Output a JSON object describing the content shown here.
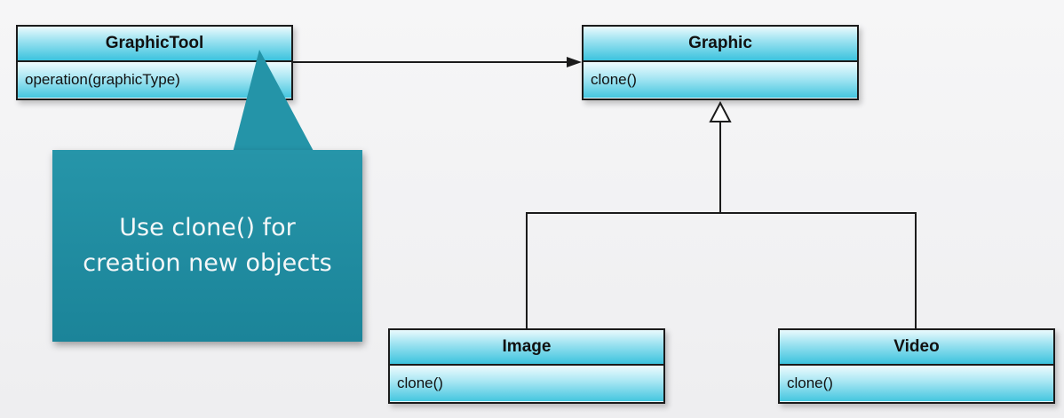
{
  "diagram": {
    "type": "uml-class-diagram",
    "colors": {
      "class_fill_top": "#eafafd",
      "class_fill_bottom": "#3cc3de",
      "border": "#1b1b1b",
      "callout": "#1e8a9e",
      "callout_text": "#f4f7f8",
      "line": "#1b1b1b",
      "background": "#f2f2f3"
    },
    "classes": {
      "graphic_tool": {
        "name": "GraphicTool",
        "operation": "operation(graphicType)"
      },
      "graphic": {
        "name": "Graphic",
        "operation": "clone()"
      },
      "image": {
        "name": "Image",
        "operation": "clone()"
      },
      "video": {
        "name": "Video",
        "operation": "clone()"
      }
    },
    "relations": [
      {
        "from": "GraphicTool",
        "to": "Graphic",
        "kind": "association",
        "arrow": "filled-head"
      },
      {
        "from": "Image",
        "to": "Graphic",
        "kind": "generalization",
        "arrow": "hollow-triangle"
      },
      {
        "from": "Video",
        "to": "Graphic",
        "kind": "generalization",
        "arrow": "hollow-triangle"
      }
    ],
    "callout": {
      "line1": "Use clone() for",
      "line2": "creation new objects"
    }
  }
}
